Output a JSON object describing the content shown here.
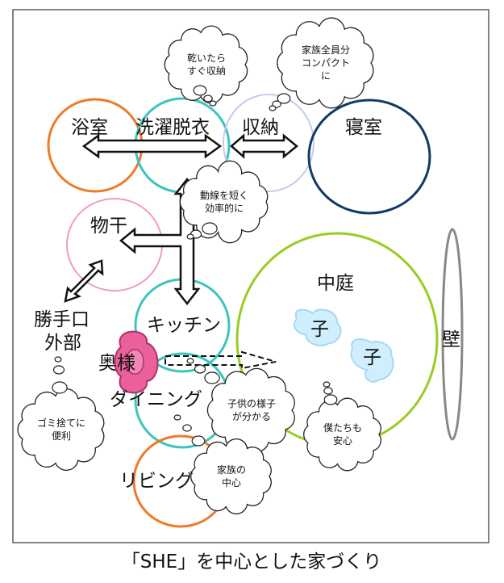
{
  "rooms": {
    "bath": "浴室",
    "laundry": "洗濯脱衣",
    "storage": "収納",
    "bedroom": "寝室",
    "drying": "物干",
    "kitchen": "キッチン",
    "dining": "ダイニング",
    "living": "リビング",
    "courtyard": "中庭",
    "wall": "壁",
    "back_door_1": "勝手口",
    "back_door_2": "外部",
    "wife": "奥様",
    "child_1": "子",
    "child_2": "子"
  },
  "bubbles": {
    "dry_store": [
      "乾いたら",
      "すぐ収納"
    ],
    "compact": [
      "家族全員分",
      "コンパクト",
      "に"
    ],
    "short_path": [
      "動線を短く",
      "効率的に"
    ],
    "garbage": [
      "ゴミ捨てに",
      "便利"
    ],
    "watch_kids": [
      "子供の様子",
      "が分かる"
    ],
    "kids_safe": [
      "僕たちも",
      "安心"
    ],
    "family_center": [
      "家族の",
      "中心"
    ]
  },
  "caption": "「SHE」を中心とした家づくり",
  "colors": {
    "bath": "#f07a28",
    "laundry": "#3cc4bd",
    "storage": "#c8c8f0",
    "bedroom": "#123a63",
    "drying": "#f09ac4",
    "courtyard": "#99cc22",
    "wall": "#888888",
    "living": "#f07a28",
    "wife": "#e9609a",
    "child": "#a6d8f8"
  }
}
